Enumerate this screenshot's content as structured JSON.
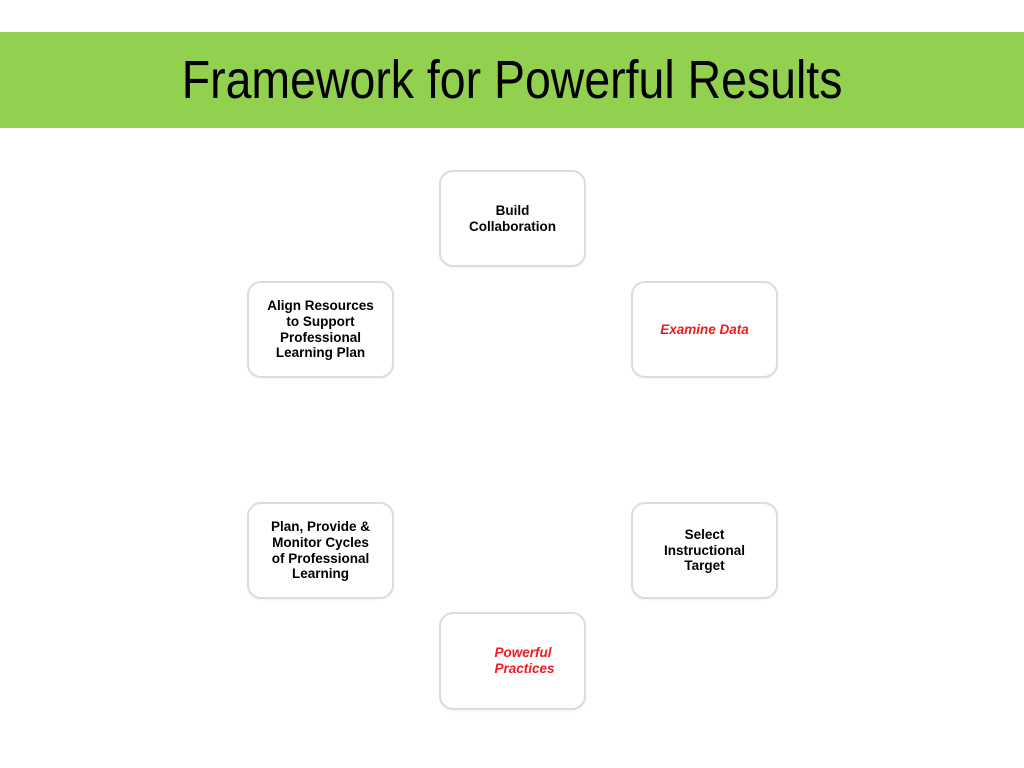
{
  "slide": {
    "title": "Framework for Powerful Results",
    "banner_color": "#92d050",
    "background_color": "#ffffff",
    "accent_color": "#ee1c21",
    "text_color": "#000000",
    "box_border_color": "#dcdcdc"
  },
  "diagram": {
    "type": "cycle",
    "nodes": [
      {
        "id": "build-collaboration",
        "label": "Build\nCollaboration",
        "style": "plain",
        "position": "top-center"
      },
      {
        "id": "align-resources",
        "label": "Align Resources\nto Support\nProfessional\nLearning Plan",
        "style": "plain",
        "position": "upper-left"
      },
      {
        "id": "examine-data",
        "label": "Examine Data",
        "style": "accent",
        "position": "upper-right"
      },
      {
        "id": "plan-provide-monitor",
        "label": "Plan, Provide &\nMonitor Cycles\nof Professional\nLearning",
        "style": "plain",
        "position": "lower-left"
      },
      {
        "id": "select-instructional-target",
        "label": "Select\nInstructional\nTarget",
        "style": "plain",
        "position": "lower-right"
      },
      {
        "id": "powerful-practices",
        "label": "Powerful\nPractices",
        "style": "accent",
        "position": "bottom-center"
      }
    ]
  }
}
